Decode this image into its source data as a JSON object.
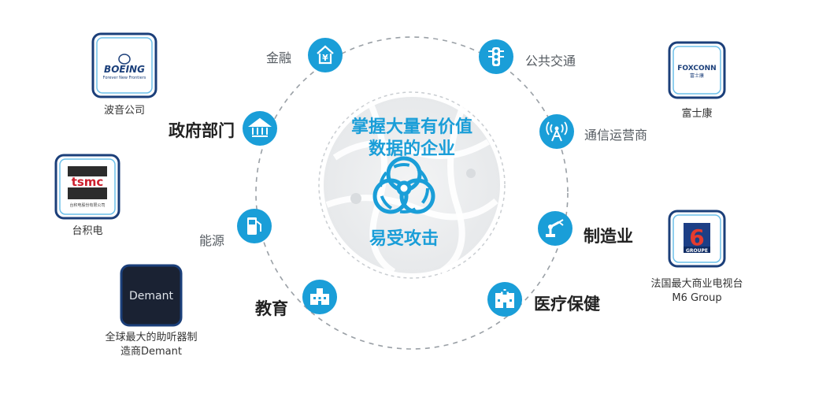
{
  "center": {
    "title_line1": "掌握大量有价值",
    "title_line2": "数据的企业",
    "subtitle": "易受攻击"
  },
  "sectors": {
    "finance": "金融",
    "government": "政府部门",
    "energy": "能源",
    "education": "教育",
    "transport": "公共交通",
    "telecom": "通信运营商",
    "manufacturing": "制造业",
    "healthcare": "医疗保健"
  },
  "companies": {
    "boeing": {
      "logo_text": "BOEING",
      "logo_tagline": "Forever New Frontiers",
      "name": "波音公司"
    },
    "tsmc": {
      "logo_text": "tsmc",
      "name": "台积电"
    },
    "demant": {
      "logo_text": "Demant",
      "name_line1": "全球最大的助听器制",
      "name_line2": "造商Demant"
    },
    "foxconn": {
      "logo_text": "FOXCONN",
      "logo_sub": "富士康",
      "name": "富士康"
    },
    "m6": {
      "logo_text": "6",
      "logo_sub": "GROUPE",
      "name_line1": "法国最大商业电视台",
      "name_line2": "M6 Group"
    }
  },
  "colors": {
    "accent": "#1a9ed8",
    "logo_frame": "#1b3f7a",
    "ring_dash": "#9aa0a6"
  }
}
